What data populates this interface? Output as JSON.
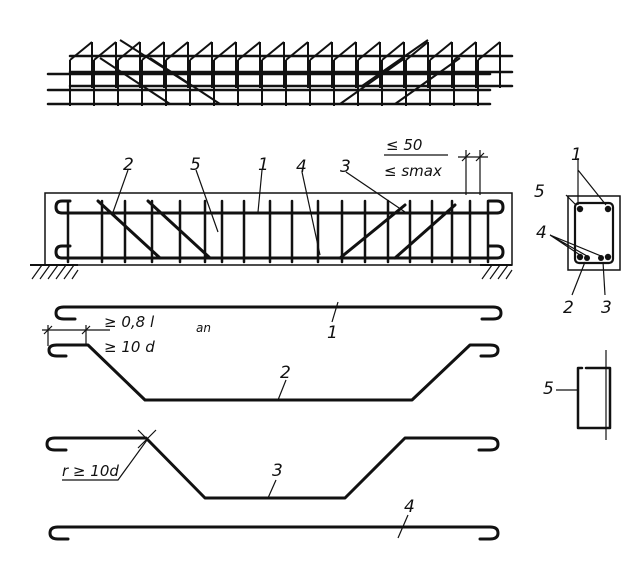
{
  "labels": {
    "bar_1": "1",
    "bar_2": "2",
    "bar_3": "3",
    "bar_4": "4",
    "bar_5": "5"
  },
  "dimensions": {
    "end_spacing": "≤ 50",
    "max_spacing": "≤ smax",
    "anchorage": "≥ 0,8 l",
    "anchorage_sub": "an",
    "bar_diameter": "≥ 10 d",
    "bend_radius": "r ≥ 10d"
  }
}
